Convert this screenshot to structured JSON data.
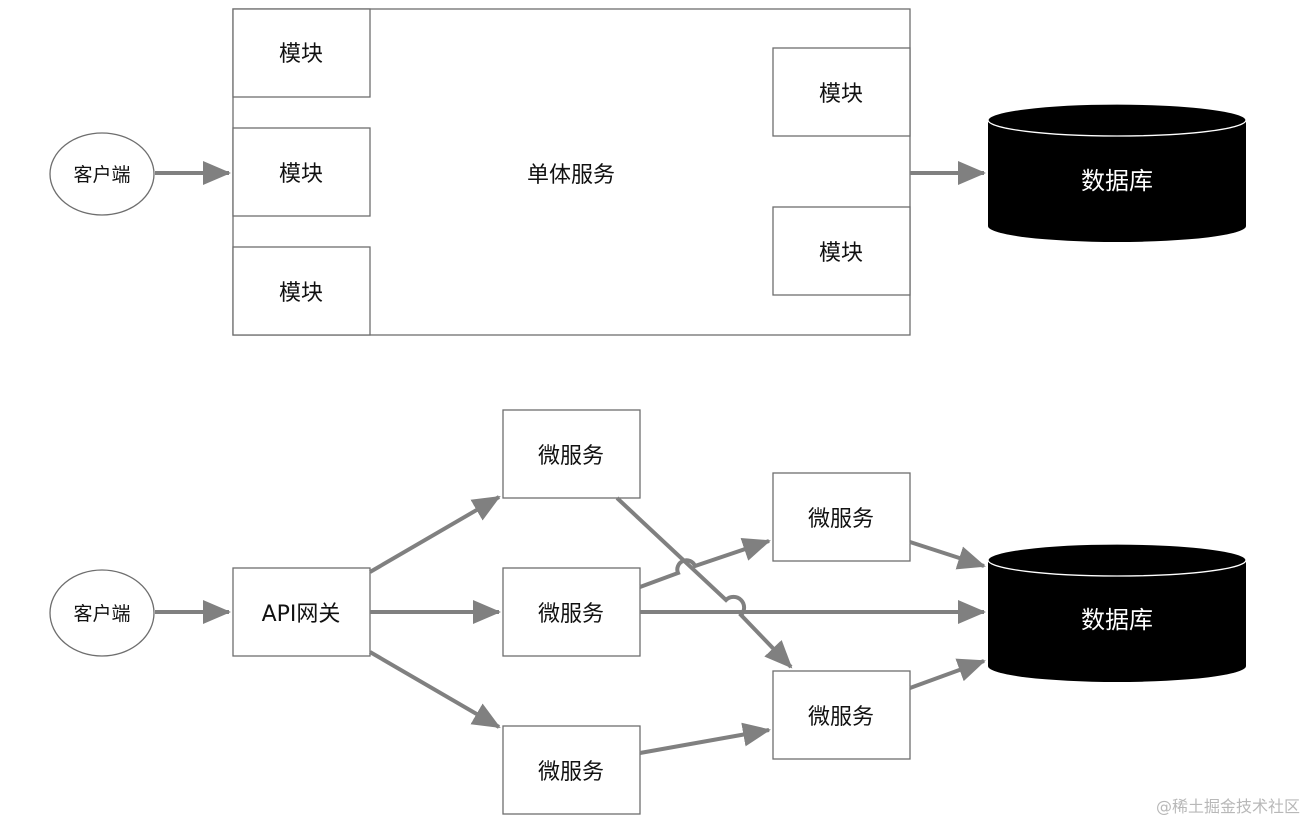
{
  "monolith": {
    "client": "客户端",
    "service": "单体服务",
    "modules": [
      "模块",
      "模块",
      "模块",
      "模块",
      "模块"
    ],
    "database": "数据库"
  },
  "microservices": {
    "client": "客户端",
    "gateway": "API网关",
    "services": [
      "微服务",
      "微服务",
      "微服务",
      "微服务",
      "微服务"
    ],
    "database": "数据库"
  },
  "watermark": "@稀土掘金技术社区",
  "colors": {
    "arrow": "#808080",
    "border": "#6e6e6e",
    "database_fill": "#000000",
    "database_text": "#ffffff"
  }
}
